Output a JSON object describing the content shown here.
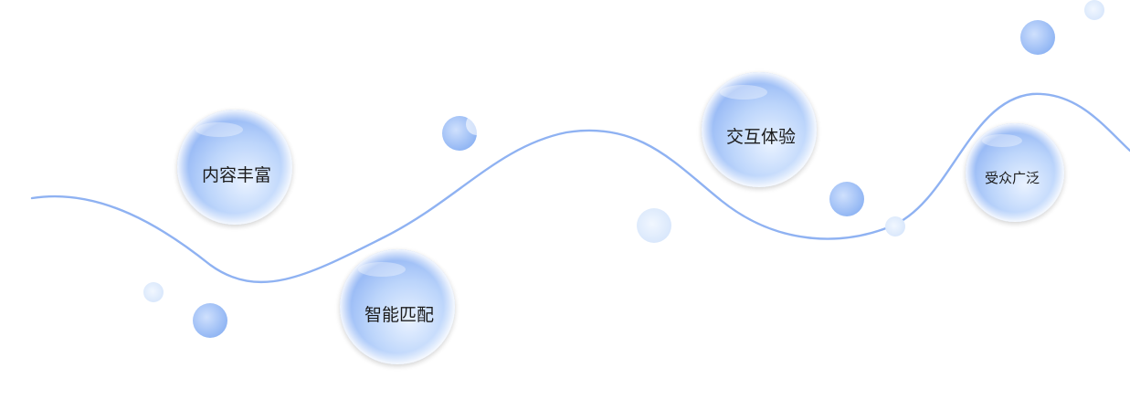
{
  "bubbles": [
    {
      "id": "content-rich",
      "label": "内容丰富"
    },
    {
      "id": "smart-match",
      "label": "智能匹配"
    },
    {
      "id": "interaction",
      "label": "交互体验"
    },
    {
      "id": "wide-audience",
      "label": "受众广泛"
    }
  ],
  "colors": {
    "curve": "#8fb2f2",
    "bubble_light": "#e9f2ff",
    "bubble_mid": "#bcd5fb",
    "bubble_dark": "#8fb3f4",
    "dot": "#9cc0f6",
    "dot_light": "#dce9fb",
    "text": "#1a1a1a"
  }
}
